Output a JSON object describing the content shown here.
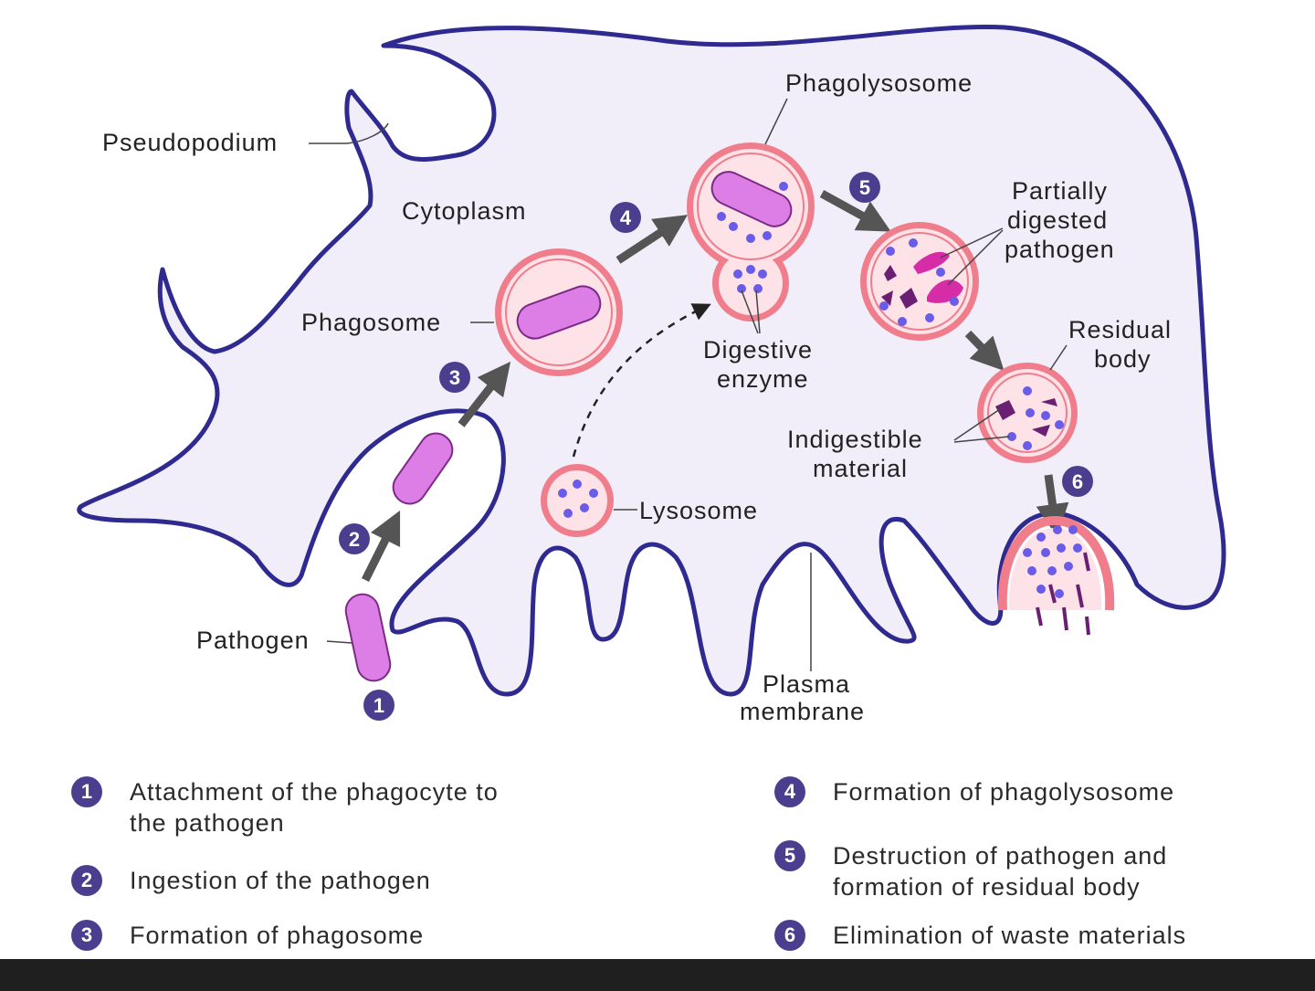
{
  "labels": {
    "pseudopodium": "Pseudopodium",
    "cytoplasm": "Cytoplasm",
    "phagosome": "Phagosome",
    "phagolysosome": "Phagolysosome",
    "partially_line1": "Partially",
    "partially_line2": "digested",
    "partially_line3": "pathogen",
    "digestive_line1": "Digestive",
    "digestive_line2": "enzyme",
    "residual_line1": "Residual",
    "residual_line2": "body",
    "indigestible_line1": "Indigestible",
    "indigestible_line2": "material",
    "lysosome": "Lysosome",
    "pathogen": "Pathogen",
    "plasma_line1": "Plasma",
    "plasma_line2": "membrane"
  },
  "step_badges": [
    "1",
    "2",
    "3",
    "4",
    "5",
    "6"
  ],
  "legend": [
    {
      "num": "1",
      "text": "Attachment of the phagocyte to\nthe pathogen"
    },
    {
      "num": "2",
      "text": "Ingestion of the pathogen"
    },
    {
      "num": "3",
      "text": "Formation of phagosome"
    },
    {
      "num": "4",
      "text": "Formation of phagolysosome"
    },
    {
      "num": "5",
      "text": "Destruction of pathogen and\nformation of residual body"
    },
    {
      "num": "6",
      "text": "Elimination of waste materials"
    }
  ],
  "colors": {
    "membrane": "#2e2a8f",
    "cytoplasm": "#f1eef9",
    "vesicle_outer": "#ef7d8c",
    "vesicle_inner": "#fde2e7",
    "pathogen": "#dd7ee6",
    "enzyme": "#6a5be8",
    "badge": "#4b3e8f",
    "arrow": "#555555"
  }
}
